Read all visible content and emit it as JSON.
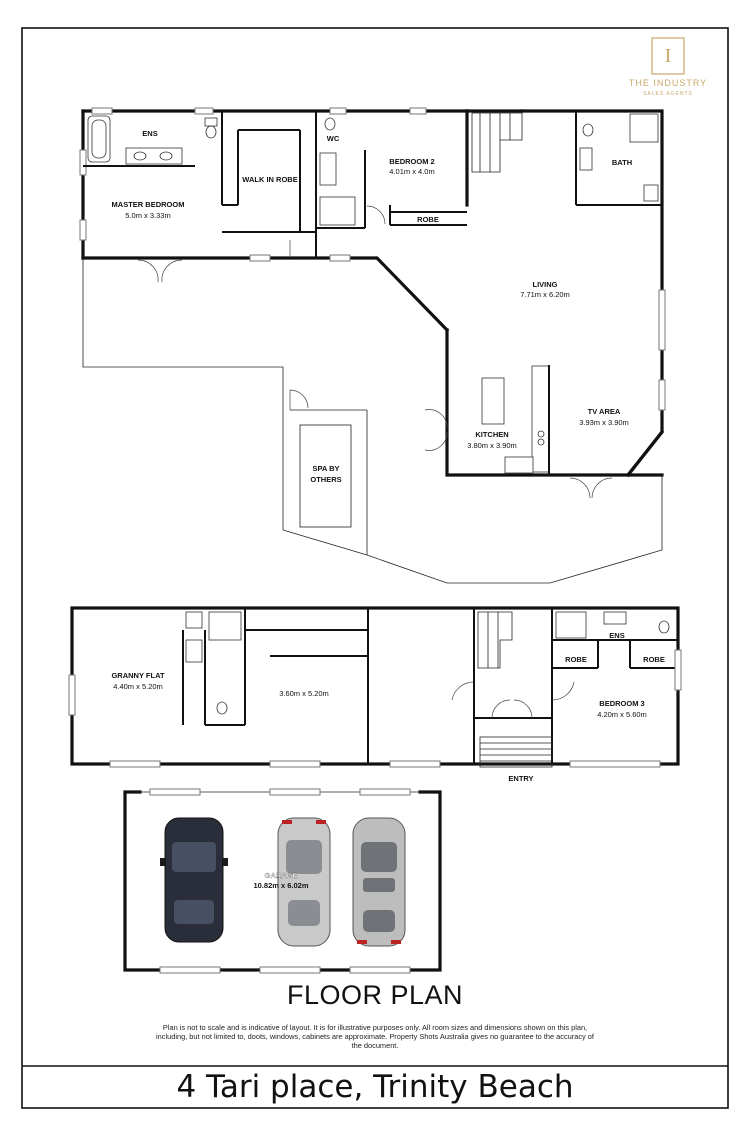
{
  "brand": {
    "name": "THE INDUSTRY",
    "tagline": "SALES AGENTS"
  },
  "colors": {
    "brand_gold": "#c9a86a",
    "wall": "#111111"
  },
  "rooms": {
    "ens_upper": "ENS",
    "master_bedroom": {
      "name": "MASTER BEDROOM",
      "dims": "5.0m x 3.33m"
    },
    "walk_in_robe": "WALK IN ROBE",
    "wc": "WC",
    "bedroom2": {
      "name": "BEDROOM 2",
      "dims": "4.01m x 4.0m"
    },
    "robe_upper": "ROBE",
    "bath": "BATH",
    "living": {
      "name": "LIVING",
      "dims": "7.71m x 6.20m"
    },
    "kitchen": {
      "name": "KITCHEN",
      "dims": "3.80m x 3.90m"
    },
    "tv_area": {
      "name": "TV AREA",
      "dims": "3.93m x 3.90m"
    },
    "spa": {
      "line1": "SPA BY",
      "line2": "OTHERS"
    },
    "granny_flat": {
      "name": "GRANNY FLAT",
      "dims": "4.40m x 5.20m"
    },
    "second_room": {
      "dims": "3.60m x 5.20m"
    },
    "ens_lower": "ENS",
    "robe_lower_left": "ROBE",
    "robe_lower_right": "ROBE",
    "bedroom3": {
      "name": "BEDROOM 3",
      "dims": "4.20m x 5.60m"
    },
    "entry": "ENTRY",
    "garage": {
      "name": "GARAGE",
      "dims": "10.82m x 6.02m"
    }
  },
  "title": "FLOOR PLAN",
  "disclaimer": "Plan is not to scale and is indicative of layout. It is for illustrative purposes only. All room sizes and dimensions shown on this plan, including, but not limited to, doots, windows, cabinets are approximate. Property Shots Australia gives no guarantee to the accuracy of the document.",
  "address": "4 Tari place, Trinity Beach"
}
